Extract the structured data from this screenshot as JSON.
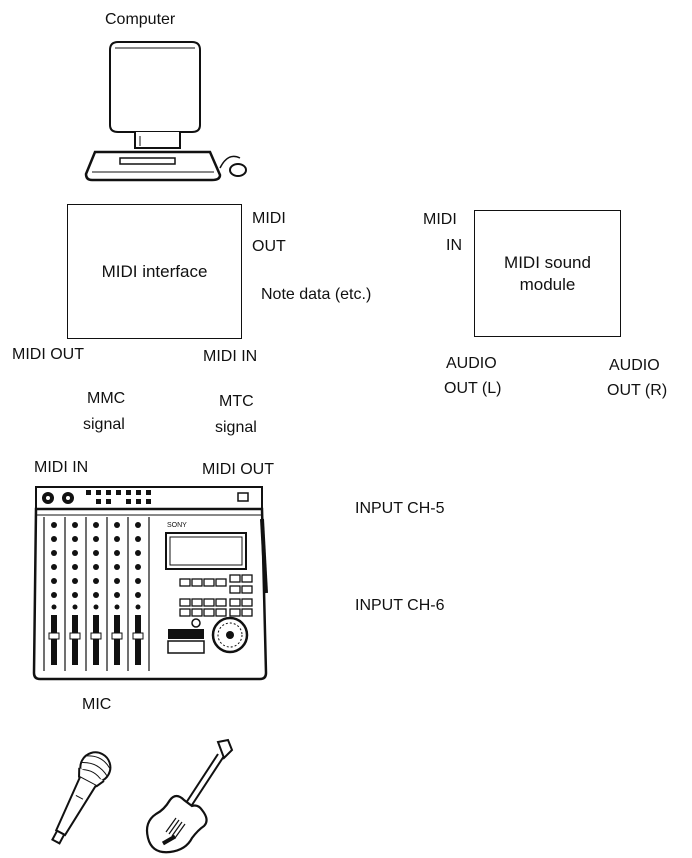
{
  "computer": {
    "label": "Computer",
    "icon": "desktop-computer-icon"
  },
  "midi_interface": {
    "title": "MIDI interface",
    "midi_out_top_line1": "MIDI",
    "midi_out_top_line2": "OUT",
    "midi_out_bottom": "MIDI OUT",
    "midi_in_bottom": "MIDI IN"
  },
  "note_data": "Note data (etc.)",
  "sound_module": {
    "title_line1": "MIDI sound",
    "title_line2": "module",
    "midi_in_line1": "MIDI",
    "midi_in_line2": "IN",
    "audio_out_l_line1": "AUDIO",
    "audio_out_l_line2": "OUT (L)",
    "audio_out_r_line1": "AUDIO",
    "audio_out_r_line2": "OUT (R)"
  },
  "signals": {
    "mmc_line1": "MMC",
    "mmc_line2": "signal",
    "mtc_line1": "MTC",
    "mtc_line2": "signal"
  },
  "recorder": {
    "midi_in": "MIDI IN",
    "midi_out": "MIDI OUT",
    "input_ch5": "INPUT CH-5",
    "input_ch6": "INPUT CH-6",
    "mic": "MIC",
    "brand_text": "SONY",
    "icon": "multitrack-recorder-icon"
  },
  "instruments": {
    "microphone_icon": "microphone-icon",
    "guitar_icon": "electric-guitar-icon"
  }
}
